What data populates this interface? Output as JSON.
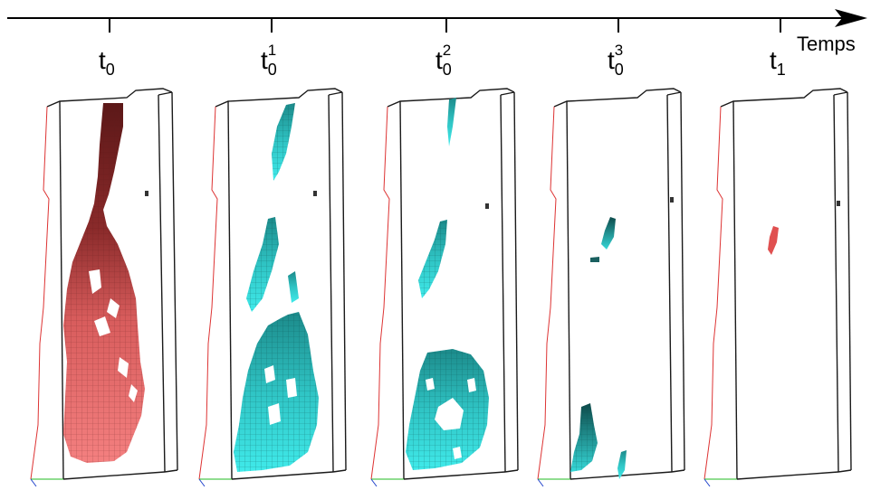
{
  "timeline": {
    "axis_label": "Temps",
    "ticks": [
      {
        "base": "t",
        "sub": "0",
        "sup": ""
      },
      {
        "base": "t",
        "sub": "0",
        "sup": "1"
      },
      {
        "base": "t",
        "sub": "0",
        "sup": "2"
      },
      {
        "base": "t",
        "sub": "0",
        "sup": "3"
      },
      {
        "base": "t",
        "sub": "1",
        "sup": ""
      }
    ]
  },
  "panels": [
    {
      "colour_dark": "#5c1818",
      "colour_light": "#f07878",
      "stage": "t0"
    },
    {
      "colour_dark": "#1a8a8a",
      "colour_light": "#3ee0e0",
      "stage": "t0^1"
    },
    {
      "colour_dark": "#1a7f7f",
      "colour_light": "#40f0f0",
      "stage": "t0^2"
    },
    {
      "colour_dark": "#0d4a4a",
      "colour_light": "#36d8d8",
      "stage": "t0^3"
    },
    {
      "colour_dark": "#cc4040",
      "colour_light": "#ee5a5a",
      "stage": "t1"
    }
  ],
  "colors": {
    "axis": "#000000",
    "box_edge": "#1a1a1a",
    "box_red_edge": "#dd3333",
    "box_green_edge": "#22bb22",
    "box_blue_edge": "#2244cc"
  }
}
